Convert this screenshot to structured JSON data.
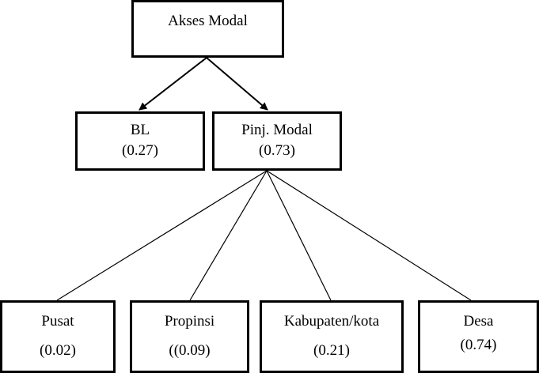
{
  "root": {
    "label": "Akses Modal"
  },
  "level1": [
    {
      "label": "BL",
      "weight": "(0.27)"
    },
    {
      "label": "Pinj. Modal",
      "weight": "(0.73)"
    }
  ],
  "level2": [
    {
      "label": "Pusat",
      "weight": "(0.02)"
    },
    {
      "label": "Propinsi",
      "weight": "((0.09)"
    },
    {
      "label": "Kabupaten/kota",
      "weight": "(0.21)"
    },
    {
      "label": "Desa",
      "weight": "(0.74)"
    }
  ],
  "colors": {
    "line": "#000000",
    "background": "#ffffff"
  }
}
